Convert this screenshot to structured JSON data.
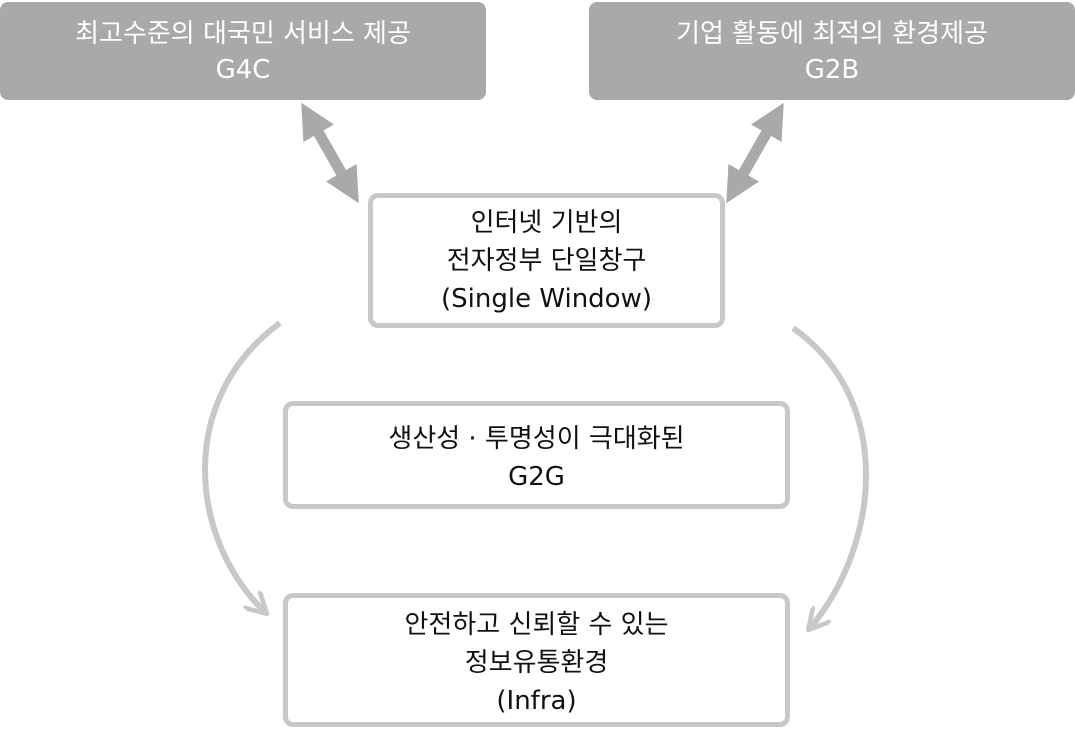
{
  "diagram": {
    "g4c": {
      "title": "최고수준의 대국민 서비스 제공",
      "code": "G4C"
    },
    "g2b": {
      "title": "기업 활동에 최적의 환경제공",
      "code": "G2B"
    },
    "single_window": {
      "line1": "인터넷 기반의",
      "line2": "전자정부 단일창구",
      "line3": "(Single Window)"
    },
    "g2g": {
      "title": "생산성 · 투명성이 극대화된",
      "code": "G2G"
    },
    "infra": {
      "line1": "안전하고 신뢰할 수 있는",
      "line2": "정보유통환경",
      "line3": "(Infra)"
    }
  },
  "colors": {
    "top_box_fill": "#a9a9a9",
    "box_border": "#c8c8c8",
    "arrow": "#a9a9a9",
    "curve": "#c8c8c8"
  }
}
